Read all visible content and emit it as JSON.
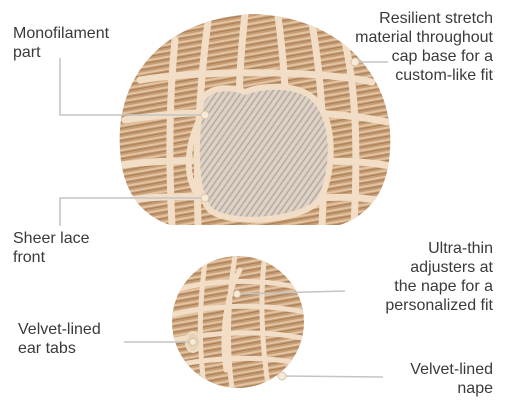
{
  "callouts": {
    "monofilament": {
      "line1": "Monofilament",
      "line2": "part"
    },
    "stretch": {
      "line1": "Resilient stretch",
      "line2": "material throughout",
      "line3": "cap base for a",
      "line4": "custom-like fit"
    },
    "lace_front": {
      "line1": "Sheer lace",
      "line2": "front"
    },
    "adjusters": {
      "line1": "Ultra-thin",
      "line2": "adjusters at",
      "line3": "the nape for a",
      "line4": "personalized fit"
    },
    "ear_tabs": {
      "line1": "Velvet-lined",
      "line2": "ear tabs"
    },
    "nape": {
      "line1": "Velvet-lined",
      "line2": "nape"
    }
  },
  "colors": {
    "leader_line": "#c4c4c4",
    "dot": "#f5e7d6",
    "hair_base": "#c9a27c",
    "hair_light": "#e6ccae",
    "strap": "#f1dcc3",
    "mono_panel": "#d8cdc4"
  }
}
